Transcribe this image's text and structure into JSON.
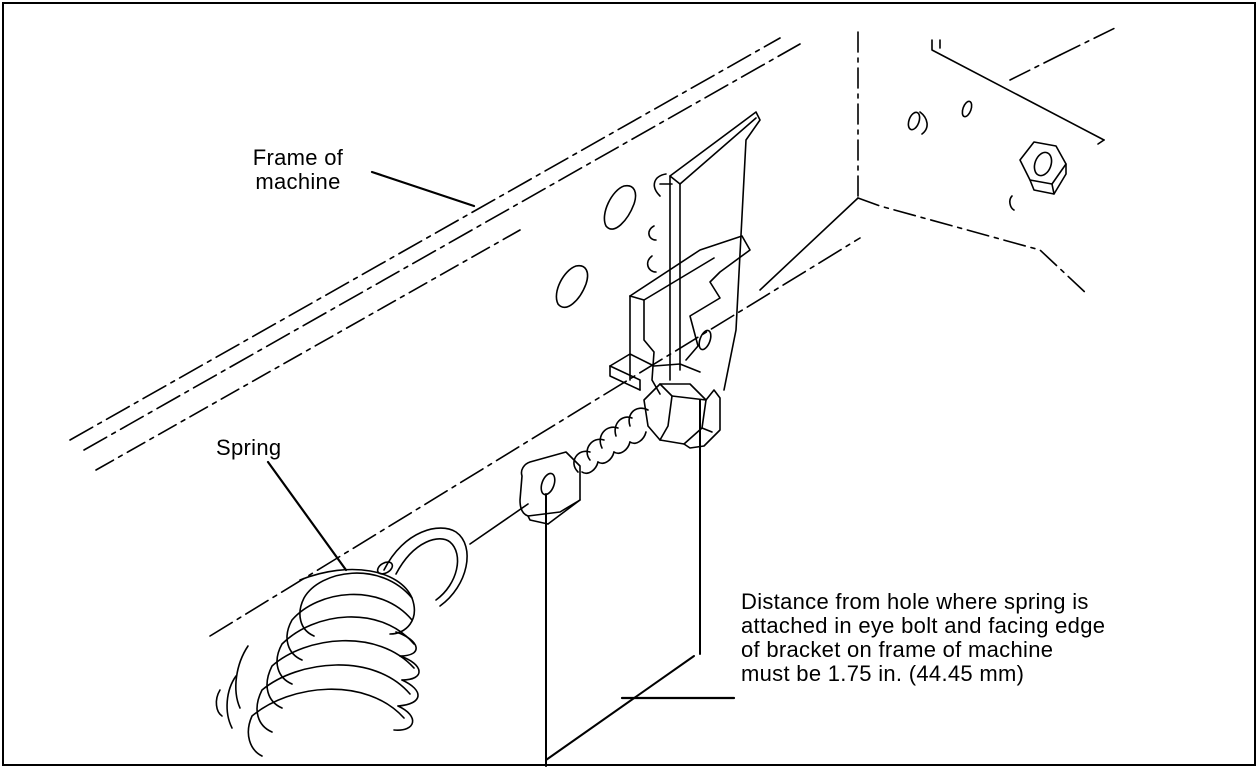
{
  "labels": {
    "frame": [
      "Frame of",
      "machine"
    ],
    "spring": "Spring",
    "distance": [
      "Distance from hole where spring is",
      "attached in eye bolt and facing edge",
      "of bracket on frame of machine",
      "must be 1.75 in. (44.45 mm)"
    ]
  },
  "colors": {
    "ink": "#000000",
    "paper": "#ffffff"
  }
}
